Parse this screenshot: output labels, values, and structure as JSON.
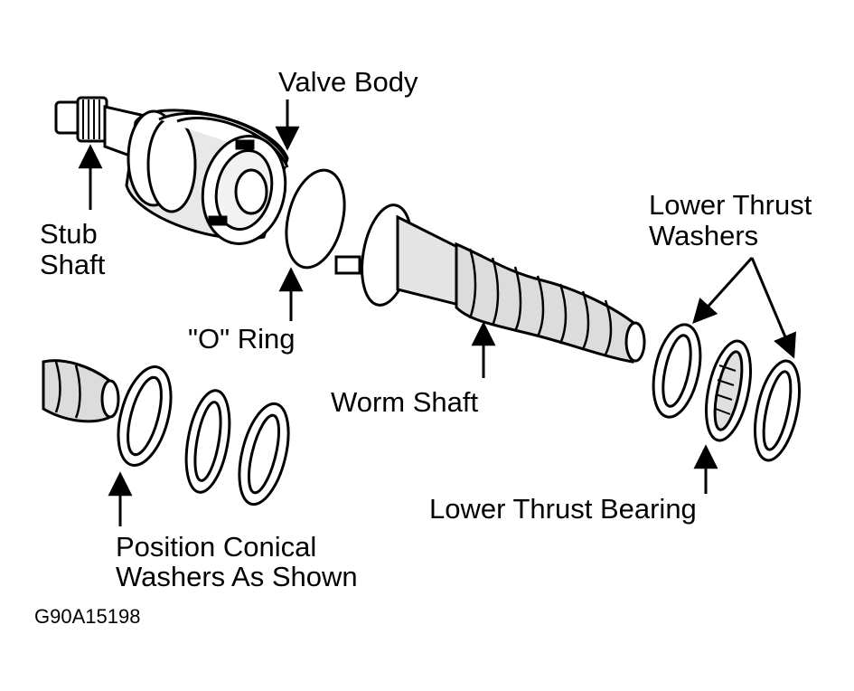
{
  "labels": {
    "valve_body": "Valve Body",
    "stub_shaft_line1": "Stub",
    "stub_shaft_line2": "Shaft",
    "o_ring": "\"O\" Ring",
    "worm_shaft": "Worm Shaft",
    "lower_thrust_washers_line1": "Lower Thrust",
    "lower_thrust_washers_line2": "Washers",
    "lower_thrust_bearing": "Lower Thrust Bearing",
    "position_line1": "Position Conical",
    "position_line2": "Washers As Shown",
    "figure_code": "G90A15198"
  },
  "colors": {
    "ink": "#000000",
    "paper": "#ffffff",
    "shade": "#d8d8d8"
  }
}
